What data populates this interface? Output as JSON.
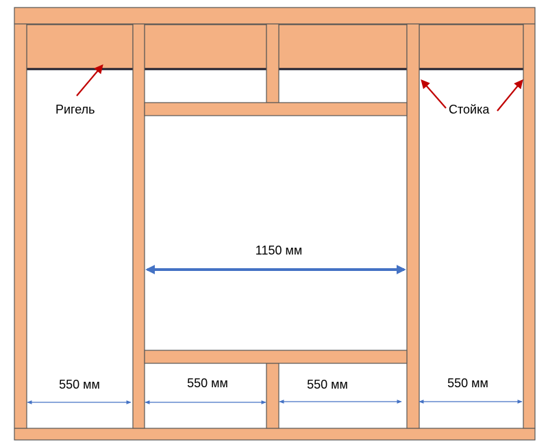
{
  "labels": {
    "rigel": "Ригель",
    "stoyka": "Стойка"
  },
  "dimensions": {
    "center": "1150 мм",
    "bay1": "550 мм",
    "bay2": "550 мм",
    "bay3": "550 мм",
    "bay4": "550 мм"
  },
  "colors": {
    "timber": "#F4B183",
    "outline": "#555555",
    "dimension_arrow": "#4472C4",
    "pointer_arrow": "#C00000"
  }
}
